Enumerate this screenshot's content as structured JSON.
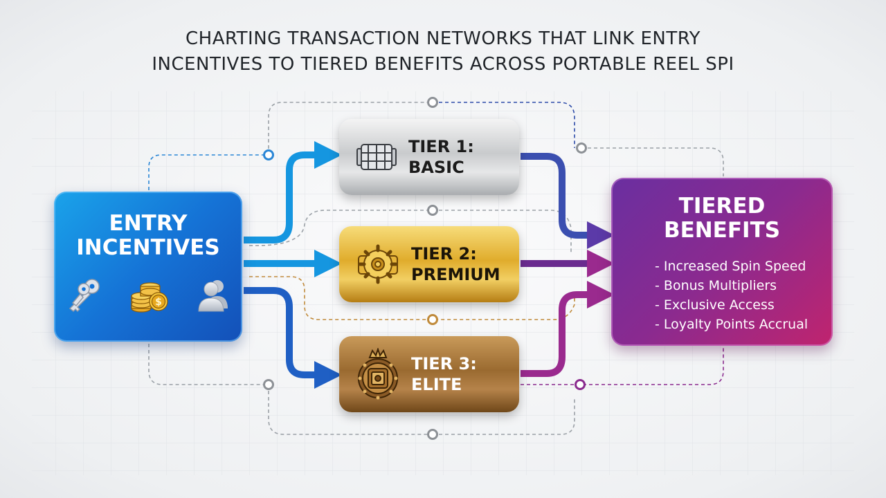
{
  "title": {
    "line1": "CHARTING TRANSACTION NETWORKS THAT LINK ENTRY",
    "line2": "INCENTIVES TO TIERED BENEFITS ACROSS PORTABLE REEL SPI"
  },
  "entry": {
    "line1": "ENTRY",
    "line2": "INCENTIVES",
    "icons": [
      "key-icon",
      "coin-stack-icon",
      "user-icon"
    ]
  },
  "tiers": [
    {
      "line1": "TIER 1:",
      "line2": "BASIC",
      "icon": "reel-icon"
    },
    {
      "line1": "TIER 2:",
      "line2": "PREMIUM",
      "icon": "gear-reel-icon"
    },
    {
      "line1": "TIER 3:",
      "line2": "ELITE",
      "icon": "crowned-reel-icon"
    }
  ],
  "benefits": {
    "line1": "TIERED",
    "line2": "BENEFITS",
    "items": [
      "Increased Spin Speed",
      "Bonus Multipliers",
      "Exclusive Access",
      "Loyalty Points Accrual"
    ]
  },
  "colors": {
    "entry": "#1573d6",
    "benefits": "#8b2a8f",
    "arrow_blue": "#1596e0",
    "arrow_purple": "#5b3aa8",
    "arrow_magenta": "#9a2a8e",
    "silver": "#c9cbcd",
    "gold": "#e0ac2c",
    "bronze": "#9a6a30"
  }
}
